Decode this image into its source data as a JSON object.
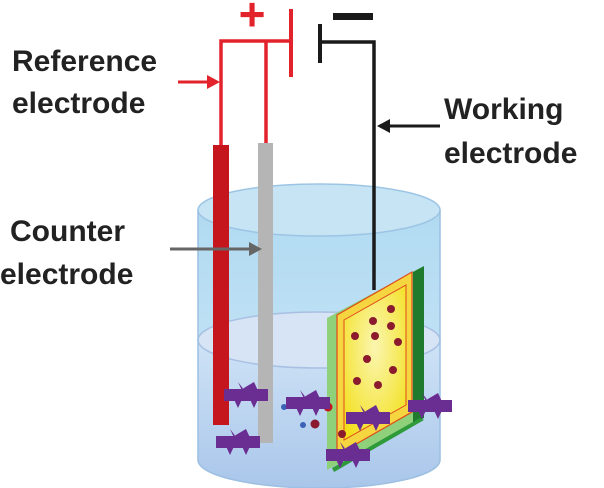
{
  "labels": {
    "reference": [
      "Reference",
      "electrode"
    ],
    "counter": [
      "Counter",
      "electrode"
    ],
    "working": [
      "Working",
      "electrode"
    ],
    "plus": "+",
    "minus": "−"
  },
  "colors": {
    "reference_electrode": "#c4161c",
    "counter_electrode": "#b5b5b5",
    "wire_red": "#e3232b",
    "wire_black": "#1a1a1a",
    "electrolyte": "#b8d2ee",
    "plate_yellow": "#f5e628",
    "plate_green": "#3aa845",
    "ion_purple": "#6a2d91",
    "particle": "#8b1a2e"
  }
}
